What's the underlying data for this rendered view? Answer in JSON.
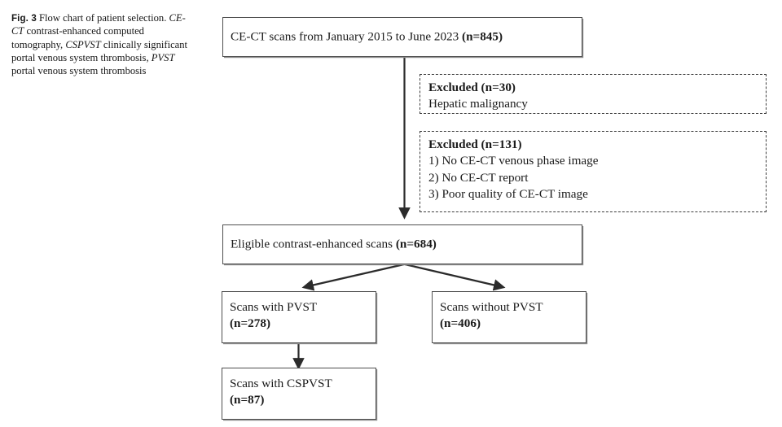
{
  "figure": {
    "label": "Fig. 3",
    "caption_parts": [
      {
        "text": "Flow chart of patient selection. ",
        "style": "normal"
      },
      {
        "text": "CE-CT",
        "style": "italic"
      },
      {
        "text": " contrast-enhanced computed tomography, ",
        "style": "normal"
      },
      {
        "text": "CSPVST",
        "style": "italic"
      },
      {
        "text": " clinically significant portal venous system thrombosis, ",
        "style": "normal"
      },
      {
        "text": "PVST",
        "style": "italic"
      },
      {
        "text": " portal venous system thrombosis",
        "style": "normal"
      }
    ],
    "caption_full": "Flow chart of patient selection. CE-CT contrast-enhanced computed tomography, CSPVST clinically significant portal venous system thrombosis, PVST portal venous system thrombosis"
  },
  "chart_data": {
    "type": "diagram",
    "title": "Flow chart of patient selection",
    "nodes": [
      {
        "id": "source",
        "label": "CE-CT scans from January 2015 to June 2023",
        "count_label": "(n=845)",
        "n": 845,
        "shape": "solid-box"
      },
      {
        "id": "excluded1",
        "label": "Excluded (n=30)",
        "n": 30,
        "shape": "dashed-box",
        "reasons": [
          "Hepatic malignancy"
        ]
      },
      {
        "id": "excluded2",
        "label": "Excluded (n=131)",
        "n": 131,
        "shape": "dashed-box",
        "reasons": [
          "1) No CE-CT venous phase image",
          "2) No CE-CT report",
          "3) Poor quality of CE-CT image"
        ]
      },
      {
        "id": "eligible",
        "label": "Eligible contrast-enhanced scans",
        "count_label": "(n=684)",
        "n": 684,
        "shape": "solid-box"
      },
      {
        "id": "with_pvst",
        "label": "Scans with PVST",
        "count_label": "(n=278)",
        "n": 278,
        "shape": "solid-box"
      },
      {
        "id": "without_pvst",
        "label": "Scans without PVST",
        "count_label": "(n=406)",
        "n": 406,
        "shape": "solid-box"
      },
      {
        "id": "with_cspvst",
        "label": "Scans with CSPVST",
        "count_label": "(n=87)",
        "n": 87,
        "shape": "solid-box"
      }
    ],
    "edges": [
      {
        "from": "source",
        "to": "eligible",
        "type": "arrow-down"
      },
      {
        "from": "source",
        "to": "excluded1",
        "type": "exclusion"
      },
      {
        "from": "source",
        "to": "excluded2",
        "type": "exclusion"
      },
      {
        "from": "eligible",
        "to": "with_pvst",
        "type": "arrow-diagonal-left"
      },
      {
        "from": "eligible",
        "to": "without_pvst",
        "type": "arrow-diagonal-right"
      },
      {
        "from": "with_pvst",
        "to": "with_cspvst",
        "type": "arrow-down"
      }
    ]
  },
  "boxes": {
    "source": {
      "line1": "CE-CT scans from January 2015 to June 2023 ",
      "bold": "(n=845)"
    },
    "eligible": {
      "line1": "Eligible contrast-enhanced scans ",
      "bold": "(n=684)"
    },
    "with_pvst": {
      "line1": "Scans with PVST",
      "bold": "(n=278)"
    },
    "without_pvst": {
      "line1": "Scans without PVST",
      "bold": "(n=406)"
    },
    "with_cspvst": {
      "line1": "Scans with CSPVST",
      "bold": "(n=87)"
    },
    "excluded1": {
      "heading": "Excluded (n=30)",
      "r1": "Hepatic malignancy"
    },
    "excluded2": {
      "heading": "Excluded (n=131)",
      "r1": "1) No CE-CT venous phase image",
      "r2": "2) No CE-CT report",
      "r3": "3) Poor quality of CE-CT image"
    }
  },
  "colors": {
    "box_border": "#4f4f4f",
    "dashed_border": "#3d3d3d",
    "line": "#2b2b2b",
    "text": "#1a1a1a",
    "background": "#ffffff"
  }
}
